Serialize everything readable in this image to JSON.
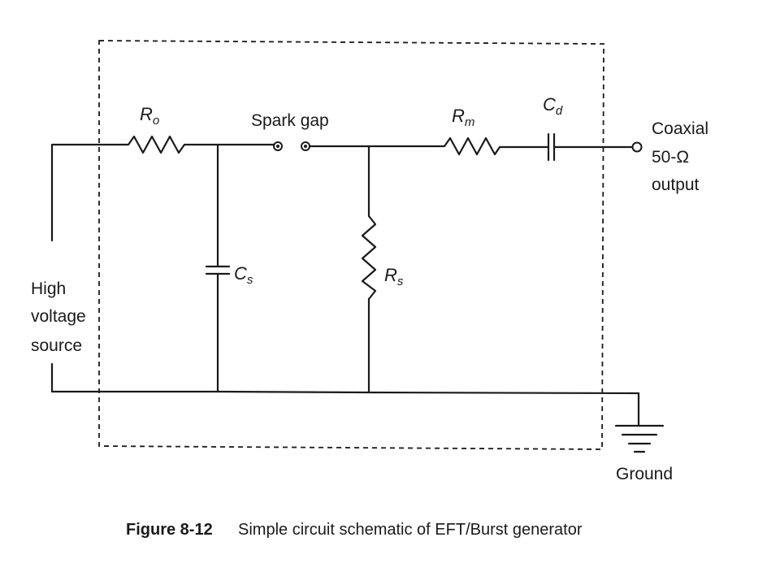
{
  "figure": {
    "caption_number": "Figure 8-12",
    "caption_text": "Simple circuit schematic of EFT/Burst generator"
  },
  "components": {
    "ro": {
      "main": "R",
      "sub": "o"
    },
    "cs": {
      "main": "C",
      "sub": "s"
    },
    "rs": {
      "main": "R",
      "sub": "s"
    },
    "rm": {
      "main": "R",
      "sub": "m"
    },
    "cd": {
      "main": "C",
      "sub": "d"
    },
    "spark_gap": "Spark gap"
  },
  "terminals": {
    "source_line1": "High",
    "source_line2": "voltage",
    "source_line3": "source",
    "output_line1": "Coaxial",
    "output_line2": "50-Ω",
    "output_line3": "output",
    "ground": "Ground"
  }
}
